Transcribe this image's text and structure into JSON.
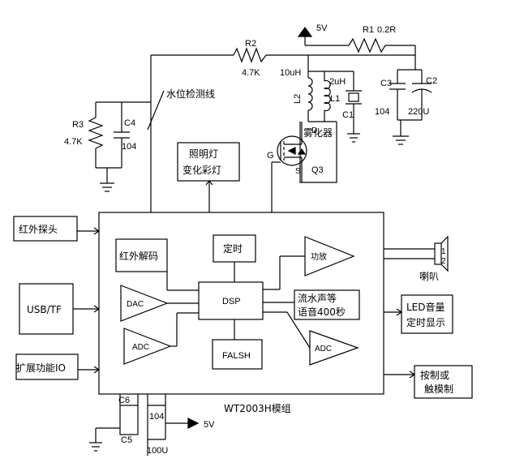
{
  "supply": {
    "top": "5V",
    "bottom": "5V"
  },
  "resistors": {
    "r1": "R1",
    "r1_value": "0.2R",
    "r2": "R2",
    "r2_value": "4.7K",
    "r3": "R3",
    "r3_value": "4.7K"
  },
  "capacitors": {
    "c1": "C1",
    "c2": "C2",
    "c2_value": "220U",
    "c3": "C3",
    "c3_value": "104",
    "c4": "C4",
    "c4_value": "104",
    "c5": "C5",
    "c5_value": "100U",
    "c6": "C6",
    "c6_value": "104"
  },
  "inductors": {
    "l1": "L1",
    "l1_value": "2uH",
    "l2": "L2",
    "l2_value": "10uH"
  },
  "transistor": {
    "name": "Q3",
    "gate": "G",
    "drain": "D",
    "source": "S"
  },
  "atomizer": "雾化器",
  "water_level_line": "水位检测线",
  "lighting": {
    "line1": "照明灯",
    "line2": "变化彩灯"
  },
  "inputs": {
    "ir_probe": "红外探头",
    "usb_tf": "USB/TF",
    "expansion_io": "扩展功能IO"
  },
  "module": {
    "ir_decode": "红外解码",
    "timer": "定时",
    "amp": "功放",
    "dac": "DAC",
    "adc_left": "ADC",
    "dsp": "DSP",
    "flash": "FALSH",
    "adc_right": "ADC",
    "sound_line1": "流水声等",
    "sound_line2": "语音400秒",
    "name": "WT2003H模组"
  },
  "speaker": {
    "label": "喇叭",
    "pin1": "1",
    "pin2": "2"
  },
  "outputs": {
    "led_line1": "LED音量",
    "led_line2": "定时显示",
    "touch_line1": "按制或",
    "touch_line2": "触模制"
  }
}
